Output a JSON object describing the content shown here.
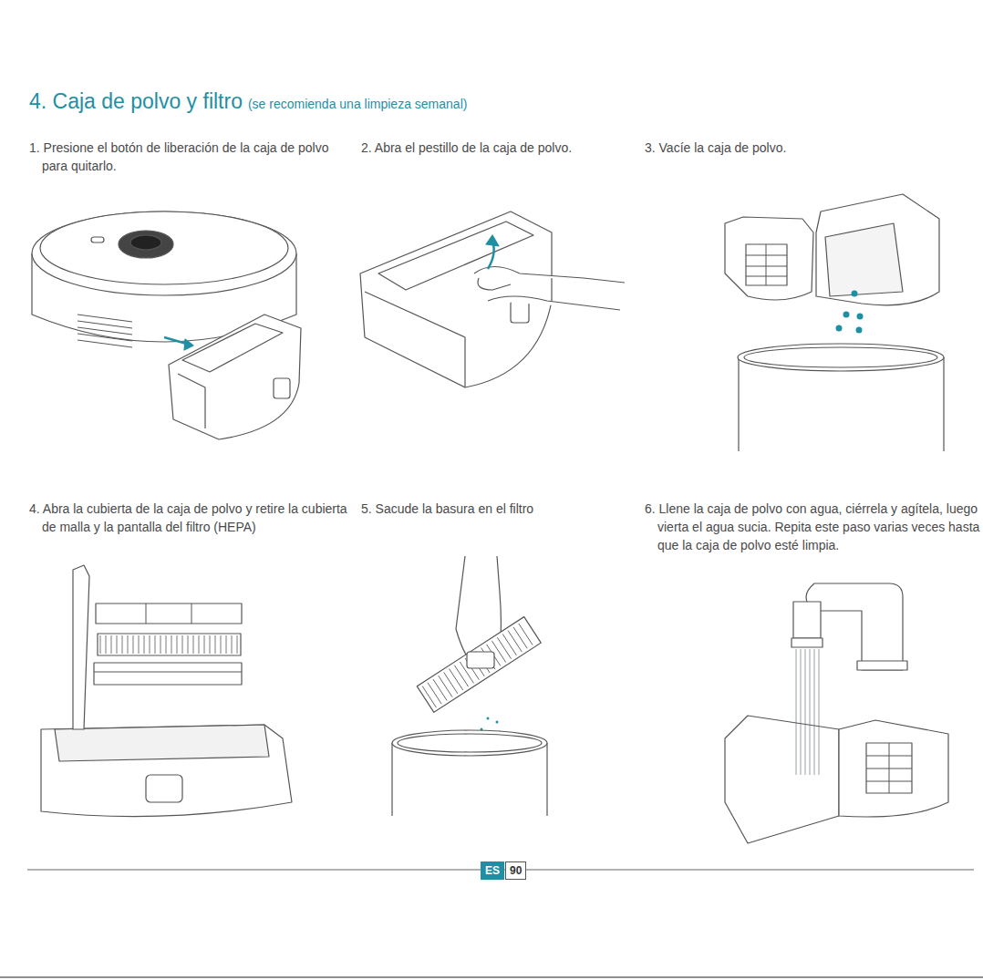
{
  "diagram": {
    "title": "4. Caja de polvo y filtro",
    "nodes": [
      {
        "text": [
          "ES"
        ]
      },
      {
        "text": [
          "90"
        ]
      }
    ],
    "labels": [
      "(se recomienda una limpieza semanal)",
      "1. Presione el botón de liberación de la caja de polvo para quitarlo.",
      "2. Abra el pestillo de la caja de polvo.",
      "3. Vacíe la caja de polvo.",
      "4. Abra la cubierta de la caja de polvo y retire la cubierta de malla y la pantalla del filtro (HEPA)",
      "5. Sacude la basura en el filtro",
      "6. Llene la caja de polvo con agua, ciérrela y agítela, luego vierta el agua sucia. Repita este paso varias veces hasta que la caja de polvo esté limpia."
    ]
  }
}
